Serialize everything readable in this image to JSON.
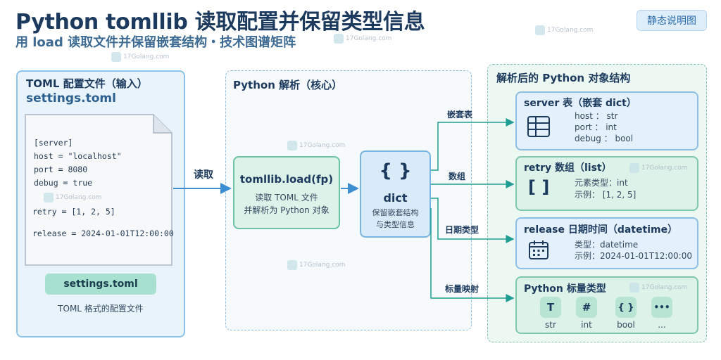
{
  "header": {
    "title": "Python tomllib 读取配置并保留类型信息",
    "subtitle": "用 load 读取文件并保留嵌套结构・技术图谱矩阵",
    "badge": "静态说明图"
  },
  "watermark": {
    "text": "17Golang.com"
  },
  "input_panel": {
    "title": "TOML 配置文件（输入）",
    "filename": "settings.toml",
    "code_lines": [
      "[server]",
      "host = \"localhost\"",
      "port = 8080",
      "debug = true",
      "retry = [1, 2, 5]",
      "release = 2024-01-01T12:00:00"
    ],
    "pill": "settings.toml",
    "caption": "TOML 格式的配置文件"
  },
  "arrow_read_label": "读取",
  "parse_panel": {
    "title": "Python 解析（核心）",
    "load": {
      "title": "tomllib.load(fp)",
      "line1": "读取 TOML 文件",
      "line2": "并解析为 Python 对象"
    },
    "dict": {
      "glyph": "{ }",
      "title": "dict",
      "line1": "保留嵌套结构",
      "line2": "与类型信息"
    }
  },
  "branches": [
    "嵌套表",
    "数组",
    "日期类型",
    "标量映射"
  ],
  "result_panel": {
    "title": "解析后的 Python 对象结构",
    "server": {
      "title": "server 表（嵌套 dict）",
      "lines": [
        "host ： str",
        "port ： int",
        "debug ： bool"
      ]
    },
    "retry": {
      "title": "retry 数组（list）",
      "glyph": "[ ]",
      "lines": [
        "元素类型：int",
        "示例：  [1, 2, 5]"
      ]
    },
    "release": {
      "title": "release 日期时间（datetime）",
      "lines": [
        "类型：datetime",
        "示例：2024-01-01T12:00:00"
      ]
    },
    "scalars": {
      "title": "Python 标量类型",
      "items": [
        {
          "glyph": "T",
          "label": "str"
        },
        {
          "glyph": "#",
          "label": "int"
        },
        {
          "glyph": "{ }",
          "label": "bool"
        },
        {
          "glyph": "•••",
          "label": "..."
        }
      ]
    }
  },
  "colors": {
    "title": "#1c3a5e",
    "teal_line": "#1f9e93",
    "blue_line": "#3d8fd1",
    "green_box": "#ddf3e9",
    "blue_box": "#d9ebf9"
  }
}
